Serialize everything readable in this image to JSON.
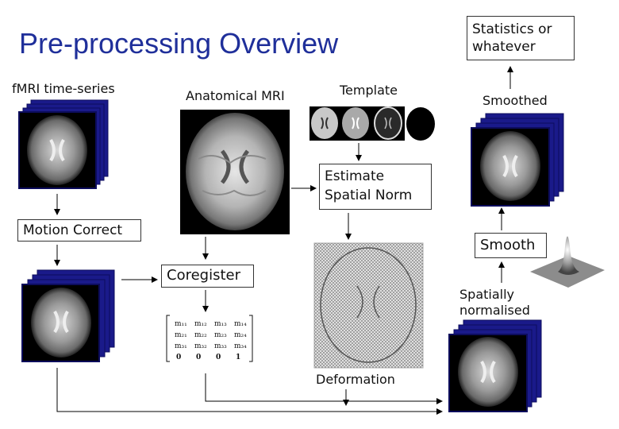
{
  "title": "Pre-processing Overview",
  "labels": {
    "fmri": "fMRI time-series",
    "anatomical": "Anatomical MRI",
    "template": "Template",
    "smoothed": "Smoothed",
    "spatially_1": "Spatially",
    "spatially_2": "normalised",
    "deformation": "Deformation"
  },
  "boxes": {
    "stats_1": "Statistics or",
    "stats_2": "whatever",
    "motion": "Motion Correct",
    "coregister": "Coregister",
    "estimate_1": "Estimate",
    "estimate_2": "Spatial Norm",
    "smooth": "Smooth"
  },
  "matrix": {
    "row1": [
      "m₁₁",
      "m₁₂",
      "m₁₃",
      "m₁₄"
    ],
    "row2": [
      "m₂₁",
      "m₂₂",
      "m₂₃",
      "m₂₄"
    ],
    "row3": [
      "m₃₁",
      "m₃₂",
      "m₃₃",
      "m₃₄"
    ],
    "row4": [
      "0",
      "0",
      "0",
      "1"
    ]
  },
  "colors": {
    "title": "#1f2f9a",
    "stack_border": "#1a1a8a",
    "stack_fill": "#2a2aa0"
  }
}
